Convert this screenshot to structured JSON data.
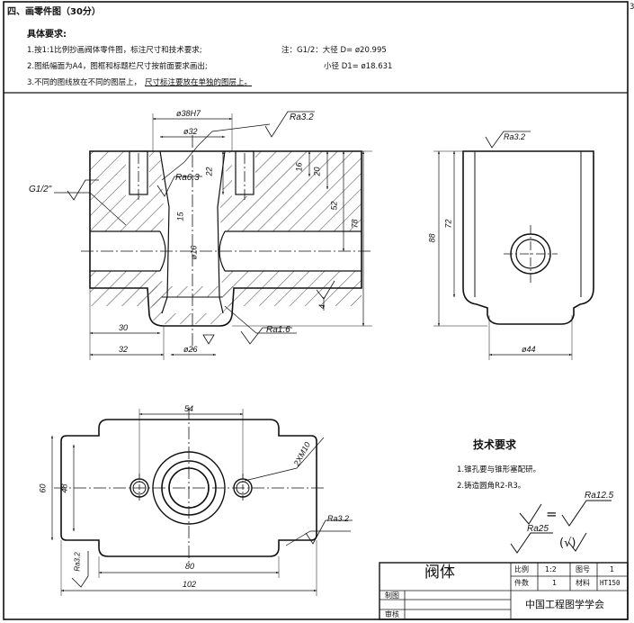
{
  "header": {
    "title": "四、画零件图（30分）",
    "req_title": "具体要求:",
    "req1": "1.按1:1比例抄画阀体零件图，标注尺寸和技术要求;",
    "req2": "2.图纸幅面为A4，图框和标题栏尺寸按前面要求画出;",
    "req3a": "3.不同的图线放在不同的图层上，",
    "req3b": "尺寸标注要放在单独的图层上。",
    "note1": "注：G1/2：大径 D= ø20.995",
    "note2": "小径 D1= ø18.631",
    "corner_mark": "3"
  },
  "front_view": {
    "dim_38": "ø38H7",
    "dim_32": "ø32",
    "rough_32": "Ra3.2",
    "rough_63": "Ra6.3",
    "thread": "G1/2\"",
    "dim_22": "22",
    "dim_16": "16",
    "dim_20": "20",
    "dim_52": "52",
    "dim_78": "78",
    "dim_15": "15",
    "dim_phi16": "ø16",
    "dim_4": "4",
    "dim_30": "30",
    "dim_32b": "32",
    "dim_26": "ø26",
    "rough_16": "Ra1.6"
  },
  "side_view": {
    "rough": "Ra3.2",
    "dim_72": "72",
    "dim_88": "88",
    "dim_44": "ø44"
  },
  "top_view": {
    "dim_54": "54",
    "dim_60": "60",
    "dim_48": "48",
    "dim_holes": "2XM10",
    "rough": "Ra3.2",
    "rough_left": "Ra3.2",
    "dim_80": "80",
    "dim_102": "102"
  },
  "tech_req": {
    "title": "技术要求",
    "item1": "1.锥孔要与锥形塞配研。",
    "item2": "2.铸造圆角R2-R3。",
    "sym_eq": "=",
    "sym_ra125": "Ra12.5",
    "sym_ra25": "Ra25",
    "sym_paren": "(√)"
  },
  "title_block": {
    "name": "阀体",
    "scale_label": "比例",
    "scale_value": "1:2",
    "drawing_no_label": "图号",
    "drawing_no_value": "1",
    "qty_label": "件数",
    "qty_value": "1",
    "material_label": "材料",
    "material_value": "HT150",
    "drawn_label": "制图",
    "checked_label": "审核",
    "org": "中国工程图学学会"
  }
}
